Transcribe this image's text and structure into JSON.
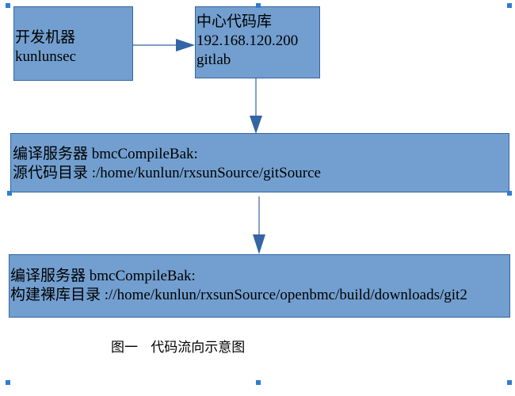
{
  "boxes": {
    "dev_machine": {
      "lines": [
        "开发机器",
        "kunlunsec"
      ]
    },
    "central_repo": {
      "lines": [
        "中心代码库",
        "192.168.120.200",
        "gitlab"
      ]
    },
    "compile_source": {
      "lines": [
        "编译服务器 bmcCompileBak:",
        "源代码目录 :/home/kunlun/rxsunSource/gitSource"
      ]
    },
    "compile_mirror": {
      "lines": [
        "编译服务器 bmcCompileBak:",
        "构建裸库目录 ://home/kunlun/rxsunSource/openbmc/build/downloads/git2"
      ]
    }
  },
  "caption": "图一   代码流向示意图",
  "colors": {
    "box_fill": "#729fcf",
    "box_border": "#3465a4",
    "arrow": "#3465a4",
    "handle": "#2e7dd1"
  }
}
